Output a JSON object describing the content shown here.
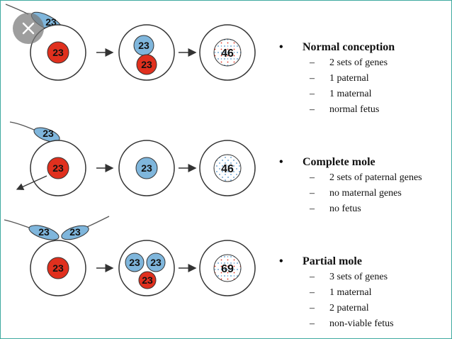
{
  "colors": {
    "maternal": "#e0301e",
    "paternal": "#7fb6dc",
    "outline": "#333333",
    "accent": "#3fa9a0"
  },
  "close_icon": "close-icon",
  "rows": [
    {
      "sperm_labels": [
        "23"
      ],
      "egg_label": "23",
      "stage2_labels": [
        "23",
        "23"
      ],
      "result_label": "46",
      "heading": "Normal conception",
      "items": [
        "2 sets of genes",
        "1 paternal",
        "1 maternal",
        "normal fetus"
      ]
    },
    {
      "sperm_labels": [
        "23"
      ],
      "egg_label": "23",
      "stage2_labels": [
        "23"
      ],
      "result_label": "46",
      "heading": "Complete mole",
      "items": [
        "2 sets of paternal genes",
        "no maternal genes",
        "no fetus"
      ]
    },
    {
      "sperm_labels": [
        "23",
        "23"
      ],
      "egg_label": "23",
      "stage2_labels": [
        "23",
        "23",
        "23"
      ],
      "result_label": "69",
      "heading": "Partial mole",
      "items": [
        "3 sets of genes",
        "1 maternal",
        "2 paternal",
        "non-viable fetus"
      ]
    }
  ]
}
